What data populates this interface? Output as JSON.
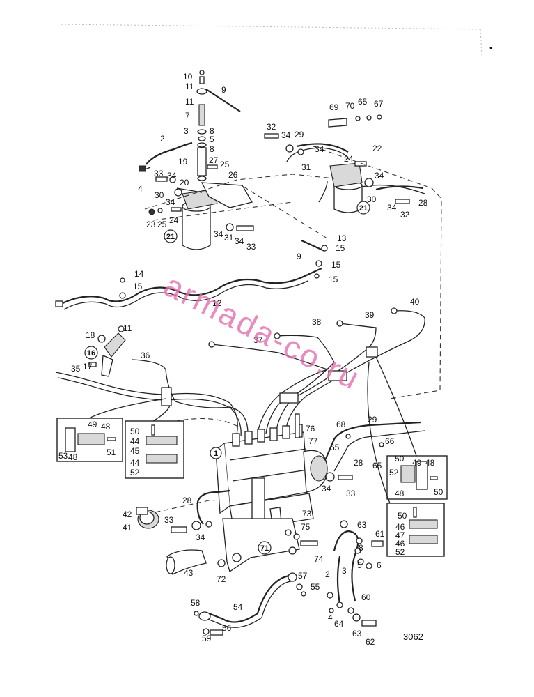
{
  "drawing": {
    "reference_number": "3062",
    "watermark": "armada-co.ru",
    "corner_mark": "•",
    "labels": [
      {
        "id": "n10",
        "text": "10"
      },
      {
        "id": "n11a",
        "text": "11"
      },
      {
        "id": "n9a",
        "text": "9"
      },
      {
        "id": "n11b",
        "text": "11"
      },
      {
        "id": "n7",
        "text": "7"
      },
      {
        "id": "n8a",
        "text": "8"
      },
      {
        "id": "n3a",
        "text": "3"
      },
      {
        "id": "n5a",
        "text": "5"
      },
      {
        "id": "n2a",
        "text": "2"
      },
      {
        "id": "n8b",
        "text": "8"
      },
      {
        "id": "n19",
        "text": "19"
      },
      {
        "id": "n27",
        "text": "27"
      },
      {
        "id": "n25a",
        "text": "25"
      },
      {
        "id": "n26",
        "text": "26"
      },
      {
        "id": "n4a",
        "text": "4"
      },
      {
        "id": "n33a",
        "text": "33"
      },
      {
        "id": "n34a",
        "text": "34"
      },
      {
        "id": "n20",
        "text": "20"
      },
      {
        "id": "n30a",
        "text": "30"
      },
      {
        "id": "n34b",
        "text": "34"
      },
      {
        "id": "n23",
        "text": "23"
      },
      {
        "id": "n25b",
        "text": "25"
      },
      {
        "id": "n24a",
        "text": "24"
      },
      {
        "id": "n69",
        "text": "69"
      },
      {
        "id": "n70",
        "text": "70"
      },
      {
        "id": "n65a",
        "text": "65"
      },
      {
        "id": "n67",
        "text": "67"
      },
      {
        "id": "n32a",
        "text": "32"
      },
      {
        "id": "n34c",
        "text": "34"
      },
      {
        "id": "n29a",
        "text": "29"
      },
      {
        "id": "n34d",
        "text": "34"
      },
      {
        "id": "n22",
        "text": "22"
      },
      {
        "id": "n24b",
        "text": "24"
      },
      {
        "id": "n31a",
        "text": "31"
      },
      {
        "id": "n34e",
        "text": "34"
      },
      {
        "id": "n30b",
        "text": "30"
      },
      {
        "id": "n34f",
        "text": "34"
      },
      {
        "id": "n28a",
        "text": "28"
      },
      {
        "id": "n32b",
        "text": "32"
      },
      {
        "id": "n34g",
        "text": "34"
      },
      {
        "id": "n31b",
        "text": "31"
      },
      {
        "id": "n34h",
        "text": "34"
      },
      {
        "id": "n33b",
        "text": "33"
      },
      {
        "id": "n13",
        "text": "13"
      },
      {
        "id": "n15a",
        "text": "15"
      },
      {
        "id": "n9b",
        "text": "9"
      },
      {
        "id": "n15b",
        "text": "15"
      },
      {
        "id": "n15c",
        "text": "15"
      },
      {
        "id": "n14",
        "text": "14"
      },
      {
        "id": "n15d",
        "text": "15"
      },
      {
        "id": "n12",
        "text": "12"
      },
      {
        "id": "n40",
        "text": "40"
      },
      {
        "id": "n39",
        "text": "39"
      },
      {
        "id": "n38",
        "text": "38"
      },
      {
        "id": "n37",
        "text": "37"
      },
      {
        "id": "n11c",
        "text": "11"
      },
      {
        "id": "n18",
        "text": "18"
      },
      {
        "id": "n36",
        "text": "36"
      },
      {
        "id": "n35",
        "text": "35"
      },
      {
        "id": "n17",
        "text": "17"
      },
      {
        "id": "n49a",
        "text": "49"
      },
      {
        "id": "n48a",
        "text": "48"
      },
      {
        "id": "n51",
        "text": "51"
      },
      {
        "id": "n53",
        "text": "53"
      },
      {
        "id": "n48b",
        "text": "48"
      },
      {
        "id": "n50a",
        "text": "50"
      },
      {
        "id": "n44a",
        "text": "44"
      },
      {
        "id": "n45",
        "text": "45"
      },
      {
        "id": "n44b",
        "text": "44"
      },
      {
        "id": "n52a",
        "text": "52"
      },
      {
        "id": "n76",
        "text": "76"
      },
      {
        "id": "n77",
        "text": "77"
      },
      {
        "id": "n68",
        "text": "68"
      },
      {
        "id": "n65b",
        "text": "65"
      },
      {
        "id": "n29b",
        "text": "29"
      },
      {
        "id": "n66",
        "text": "66"
      },
      {
        "id": "n28b",
        "text": "28"
      },
      {
        "id": "n65c",
        "text": "65"
      },
      {
        "id": "n50b",
        "text": "50"
      },
      {
        "id": "n49b",
        "text": "49"
      },
      {
        "id": "n48c",
        "text": "48"
      },
      {
        "id": "n52b",
        "text": "52"
      },
      {
        "id": "n48d",
        "text": "48"
      },
      {
        "id": "n50c",
        "text": "50"
      },
      {
        "id": "n34i",
        "text": "34"
      },
      {
        "id": "n33c",
        "text": "33"
      },
      {
        "id": "n28c",
        "text": "28"
      },
      {
        "id": "n42",
        "text": "42"
      },
      {
        "id": "n41",
        "text": "41"
      },
      {
        "id": "n33d",
        "text": "33"
      },
      {
        "id": "n34j",
        "text": "34"
      },
      {
        "id": "n73",
        "text": "73"
      },
      {
        "id": "n75",
        "text": "75"
      },
      {
        "id": "n63a",
        "text": "63"
      },
      {
        "id": "n61",
        "text": "61"
      },
      {
        "id": "n8c",
        "text": "8"
      },
      {
        "id": "n5b",
        "text": "5"
      },
      {
        "id": "n6",
        "text": "6"
      },
      {
        "id": "n74",
        "text": "74"
      },
      {
        "id": "n50d",
        "text": "50"
      },
      {
        "id": "n46a",
        "text": "46"
      },
      {
        "id": "n47",
        "text": "47"
      },
      {
        "id": "n46b",
        "text": "46"
      },
      {
        "id": "n52c",
        "text": "52"
      },
      {
        "id": "n43",
        "text": "43"
      },
      {
        "id": "n72",
        "text": "72"
      },
      {
        "id": "n57",
        "text": "57"
      },
      {
        "id": "n2b",
        "text": "2"
      },
      {
        "id": "n3b",
        "text": "3"
      },
      {
        "id": "n55",
        "text": "55"
      },
      {
        "id": "n60",
        "text": "60"
      },
      {
        "id": "n58",
        "text": "58"
      },
      {
        "id": "n54",
        "text": "54"
      },
      {
        "id": "n56",
        "text": "56"
      },
      {
        "id": "n59",
        "text": "59"
      },
      {
        "id": "n4b",
        "text": "4"
      },
      {
        "id": "n64",
        "text": "64"
      },
      {
        "id": "n63b",
        "text": "63"
      },
      {
        "id": "n62",
        "text": "62"
      }
    ],
    "circled_labels": [
      {
        "id": "c21a",
        "text": "21"
      },
      {
        "id": "c21b",
        "text": "21"
      },
      {
        "id": "c16",
        "text": "16"
      },
      {
        "id": "c1",
        "text": "1"
      },
      {
        "id": "c71",
        "text": "71"
      }
    ]
  }
}
